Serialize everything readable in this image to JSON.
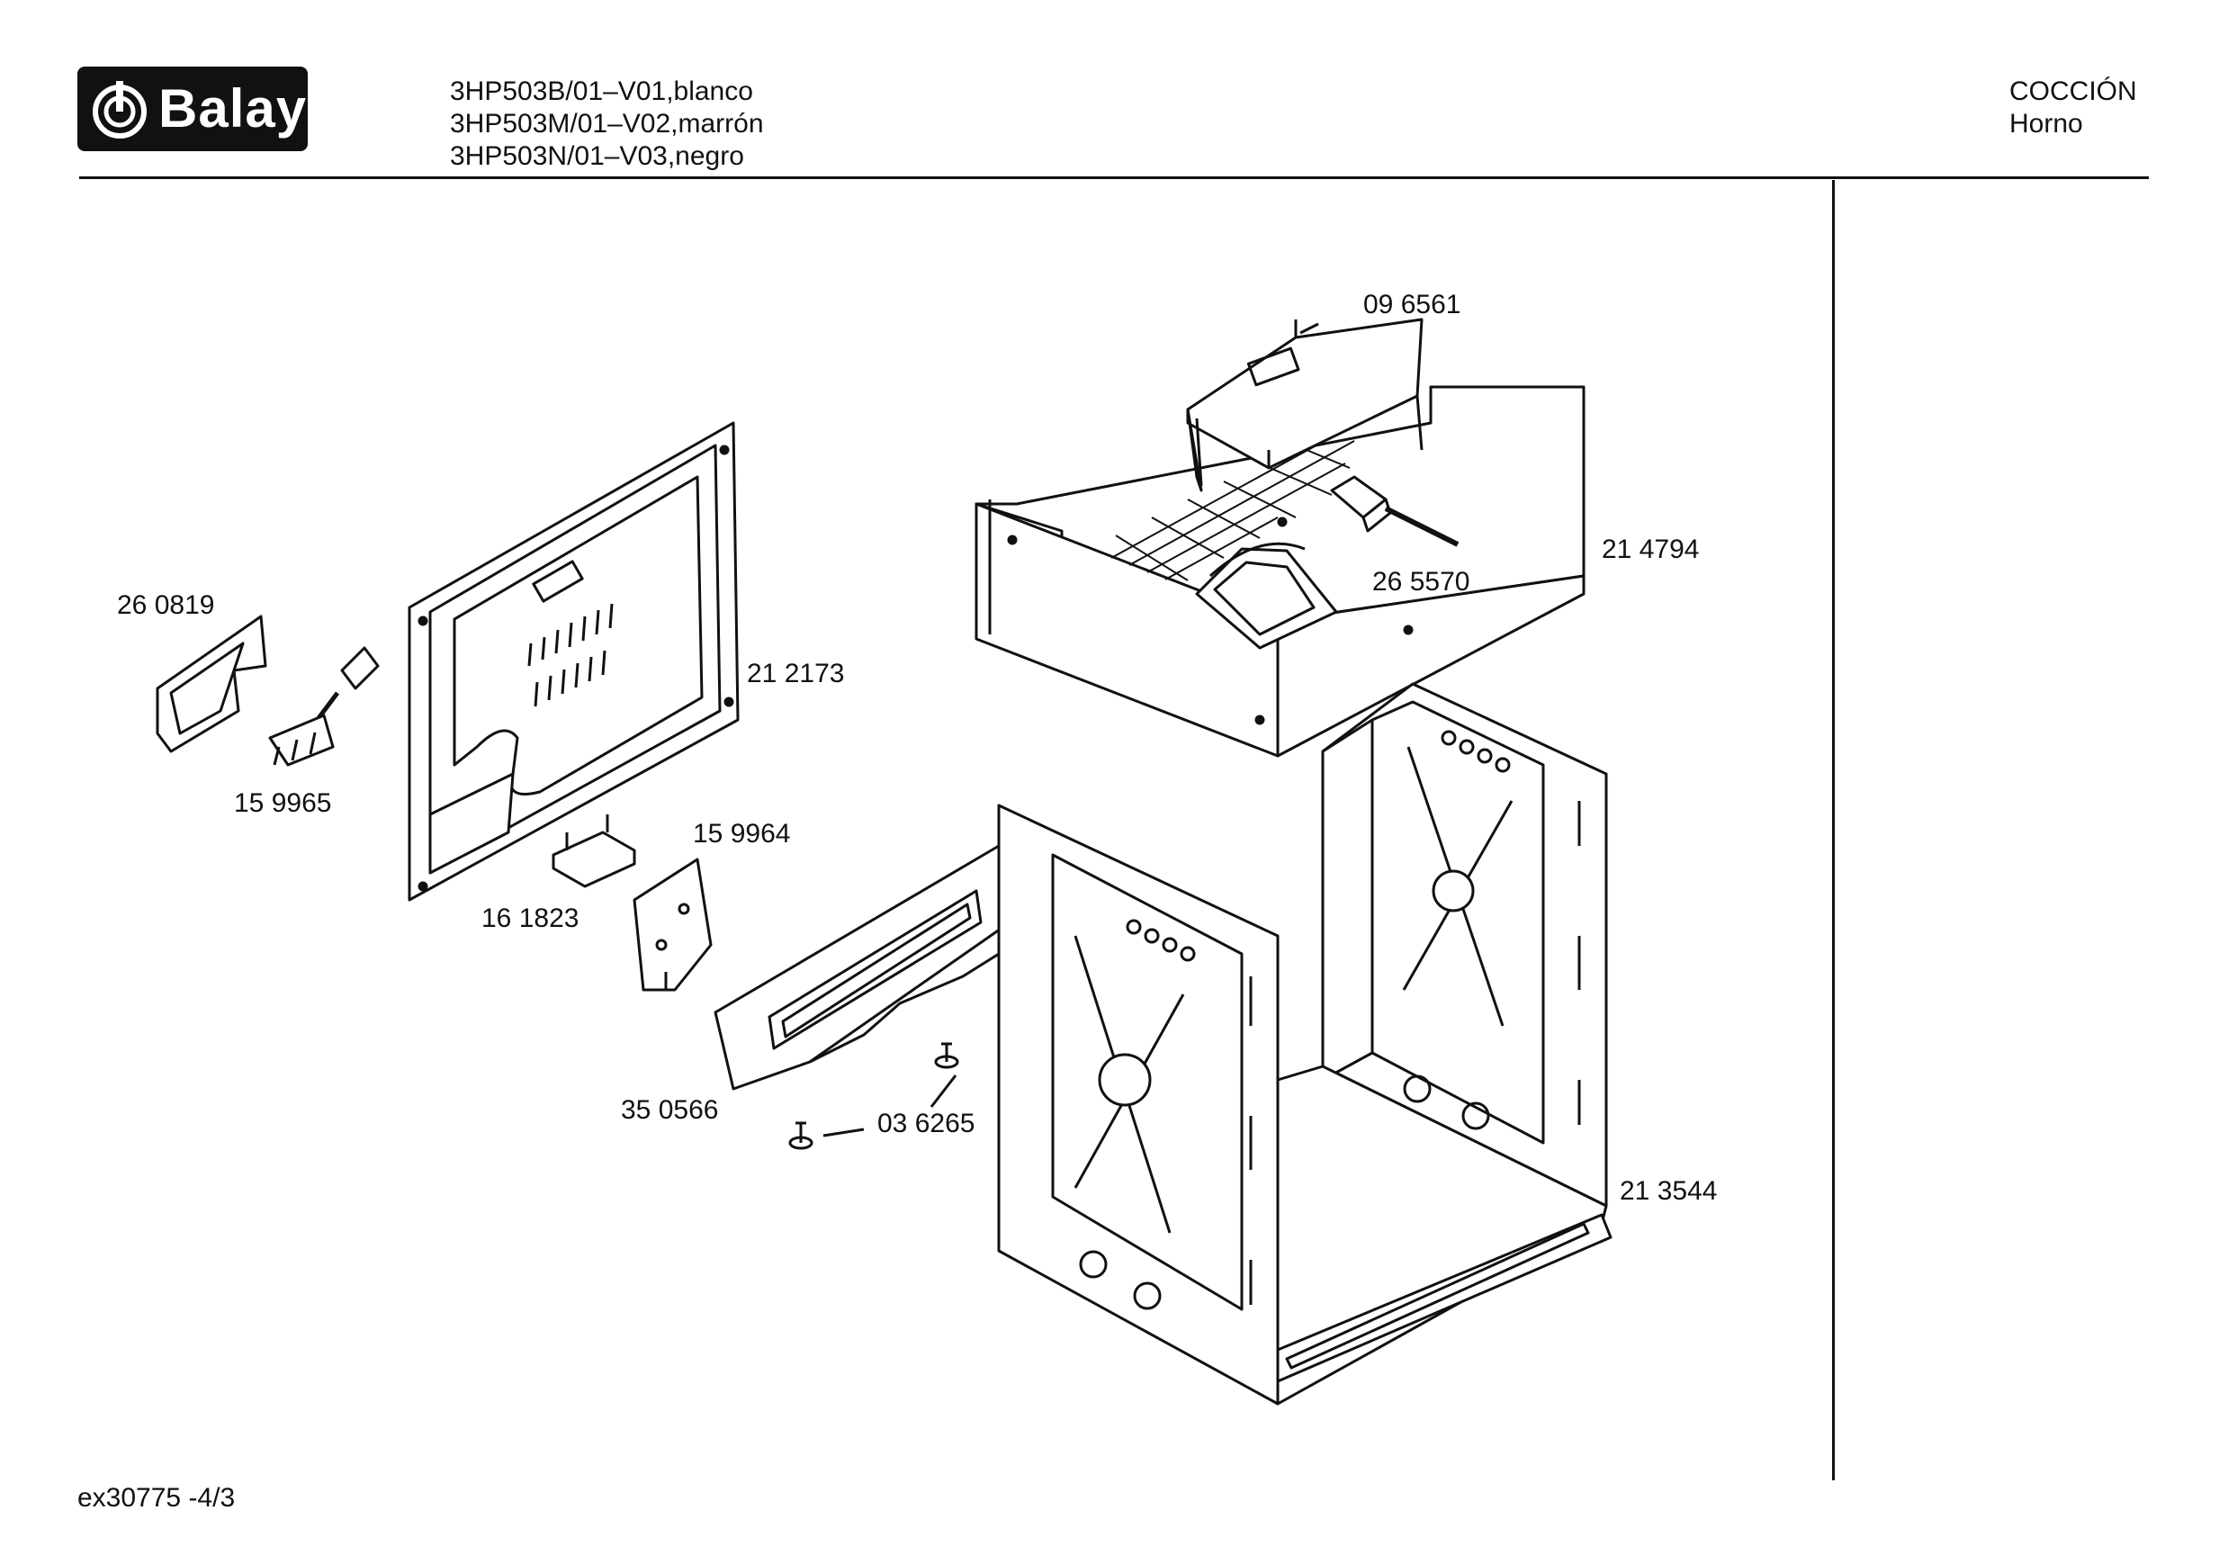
{
  "header": {
    "brand": "Balay",
    "models": [
      "3HP503B/01–V01,blanco",
      "3HP503M/01–V02,marrón",
      "3HP503N/01–V03,negro"
    ],
    "section_title": "COCCIÓN",
    "section_subtitle": "Horno"
  },
  "parts": [
    {
      "id": "p096561",
      "number": "09 6561"
    },
    {
      "id": "p214794",
      "number": "21 4794"
    },
    {
      "id": "p265570",
      "number": "26 5570"
    },
    {
      "id": "p260819",
      "number": "26 0819"
    },
    {
      "id": "p212173",
      "number": "21 2173"
    },
    {
      "id": "p159965",
      "number": "15 9965"
    },
    {
      "id": "p159964",
      "number": "15 9964"
    },
    {
      "id": "p161823",
      "number": "16 1823"
    },
    {
      "id": "p350566",
      "number": "35 0566"
    },
    {
      "id": "p036265",
      "number": "03 6265"
    },
    {
      "id": "p213544",
      "number": "21 3544"
    }
  ],
  "footer": {
    "page_code": "ex30775  -4/3"
  }
}
